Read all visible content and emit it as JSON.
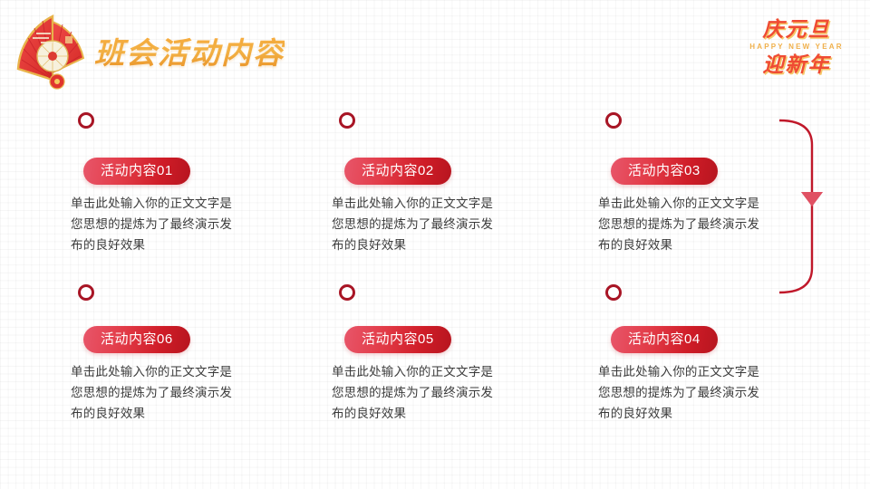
{
  "header": {
    "title": "班会活动内容",
    "decoration_icon": "chinese-fan-icon",
    "brand": {
      "line1": "庆元旦",
      "english": "HAPPY NEW YEAR",
      "line2": "迎新年"
    }
  },
  "colors": {
    "accent_red": "#c0182a",
    "pill_gradient_start": "#e8566a",
    "pill_gradient_end": "#b6151f",
    "title_gold": "#f5ab3c",
    "brand_red": "#ef4b33",
    "body_text": "#3b3b3b",
    "grid_line": "rgba(0,0,0,0.035)"
  },
  "timeline": {
    "node_count_top": 3,
    "node_count_bottom": 3,
    "arrow_icon": "arrow-down-icon",
    "direction_note": "top row flows left-to-right then loops down the right side into bottom row flowing right-to-left"
  },
  "blocks": [
    {
      "id": "01",
      "title": "活动内容01",
      "text": "单击此处输入你的正文文字是您思想的提炼为了最终演示发布的良好效果"
    },
    {
      "id": "02",
      "title": "活动内容02",
      "text": "单击此处输入你的正文文字是您思想的提炼为了最终演示发布的良好效果"
    },
    {
      "id": "03",
      "title": "活动内容03",
      "text": "单击此处输入你的正文文字是您思想的提炼为了最终演示发布的良好效果"
    },
    {
      "id": "06",
      "title": "活动内容06",
      "text": "单击此处输入你的正文文字是您思想的提炼为了最终演示发布的良好效果"
    },
    {
      "id": "05",
      "title": "活动内容05",
      "text": "单击此处输入你的正文文字是您思想的提炼为了最终演示发布的良好效果"
    },
    {
      "id": "04",
      "title": "活动内容04",
      "text": "单击此处输入你的正文文字是您思想的提炼为了最终演示发布的良好效果"
    }
  ]
}
